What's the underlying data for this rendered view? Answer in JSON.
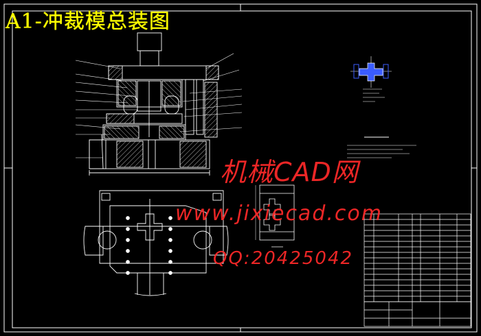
{
  "drawing": {
    "title": "A1-冲裁模总装图",
    "colors": {
      "background": "#000000",
      "lines": "#ffffff",
      "title": "#ffff00",
      "watermark": "#ff2a2a",
      "part_highlight": "#3a5cff",
      "hatch": "#ffffff"
    }
  },
  "watermark": {
    "site_name": "机械CAD网",
    "url": "www.jixiecad.com",
    "qq": "QQ:20425042"
  },
  "icons": {
    "sectioned_front_view": "press-die-section-icon",
    "plan_view": "die-plan-view-icon",
    "part_view": "cross-part-icon",
    "strip_layout": "strip-layout-icon",
    "bill_of_materials": "parts-table-icon",
    "title_block": "title-block-icon"
  }
}
